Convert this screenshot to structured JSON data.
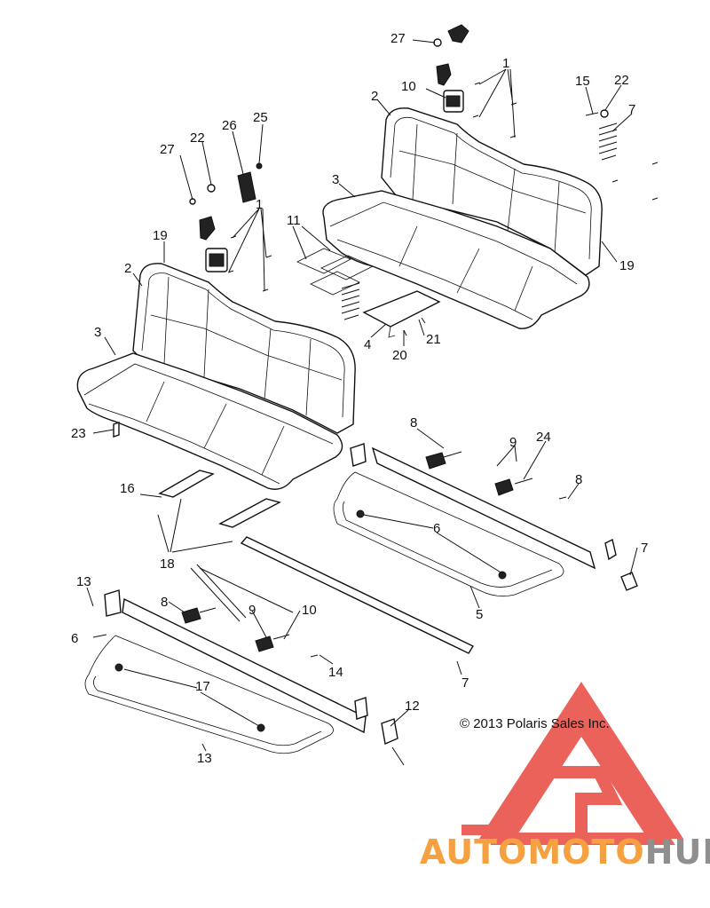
{
  "callouts": [
    "27",
    "1",
    "10",
    "15",
    "22",
    "7",
    "2",
    "3",
    "19",
    "27",
    "22",
    "26",
    "25",
    "1",
    "19",
    "11",
    "2",
    "3",
    "4",
    "21",
    "20",
    "23",
    "8",
    "9",
    "24",
    "8",
    "16",
    "18",
    "6",
    "5",
    "7",
    "13",
    "8",
    "9",
    "10",
    "14",
    "6",
    "17",
    "7",
    "12",
    "13"
  ],
  "copyright": "© 2013 Polaris Sales Inc.",
  "watermark": {
    "part1": "AUTOMOTO",
    "part2": "HUB",
    "color1": "#f5a142",
    "color2": "#8f8f8f",
    "triangle_color": "#e8473f"
  }
}
